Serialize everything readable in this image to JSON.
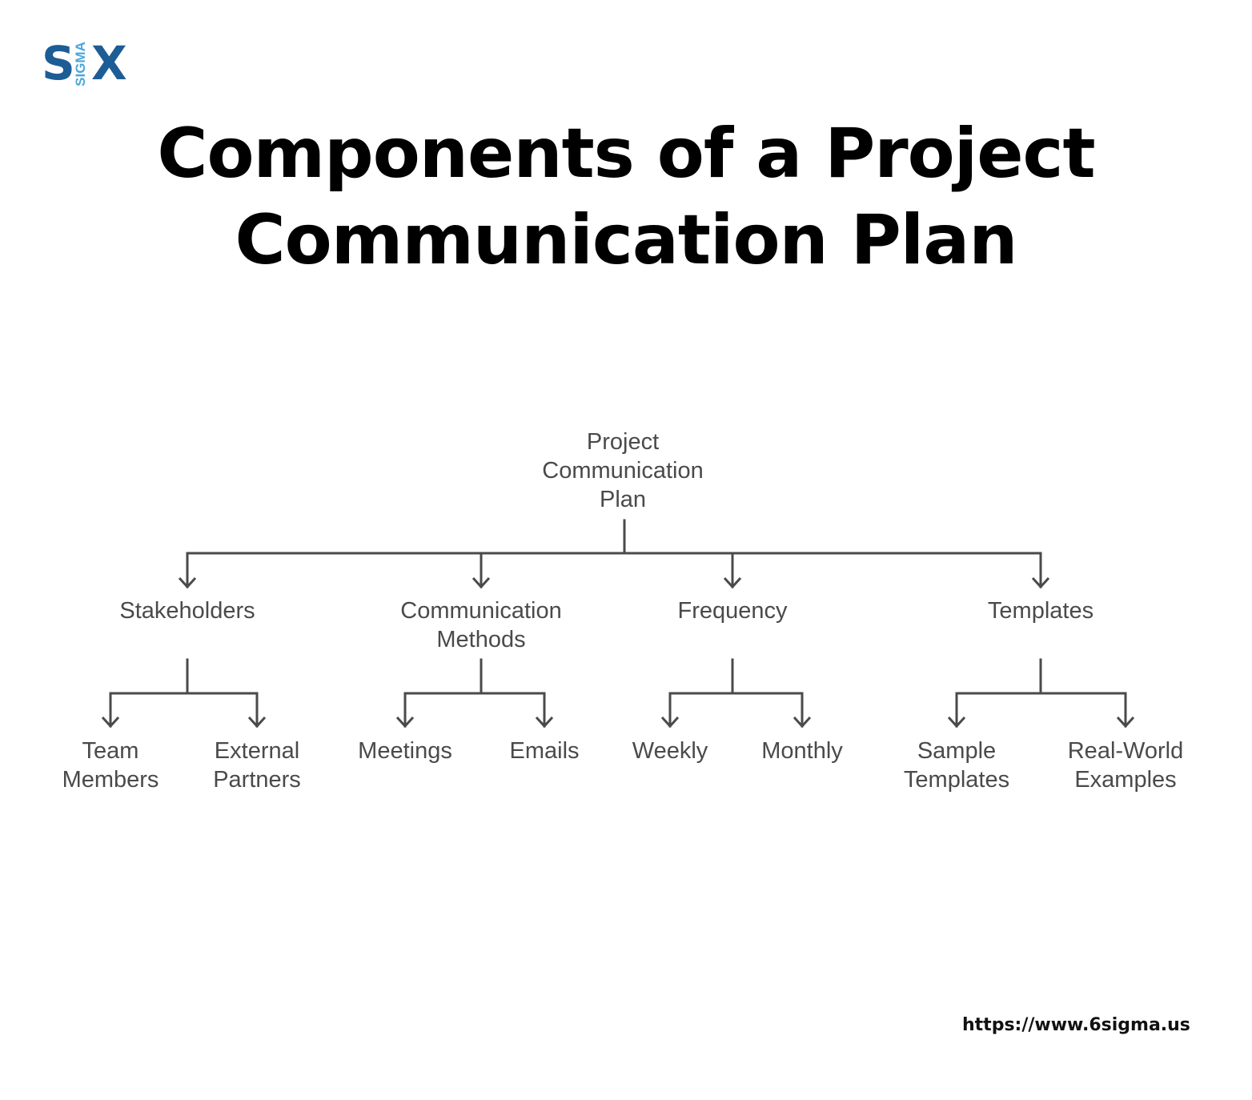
{
  "logo": {
    "left_letter": "S",
    "vertical_text": "SIGMA",
    "right_letter": "X",
    "primary_color": "#1d5d96",
    "secondary_color": "#49a6db"
  },
  "title": "Components of a Project Communication Plan",
  "diagram": {
    "root": "Project Communication Plan",
    "branches": [
      {
        "label": "Stakeholders",
        "children": [
          "Team Members",
          "External Partners"
        ]
      },
      {
        "label": "Communication Methods",
        "children": [
          "Meetings",
          "Emails"
        ]
      },
      {
        "label": "Frequency",
        "children": [
          "Weekly",
          "Monthly"
        ]
      },
      {
        "label": "Templates",
        "children": [
          "Sample Templates",
          "Real-World Examples"
        ]
      }
    ],
    "line_color": "#4a4a4a",
    "text_color": "#4a4a4a"
  },
  "footer": {
    "url": "https://www.6sigma.us"
  }
}
